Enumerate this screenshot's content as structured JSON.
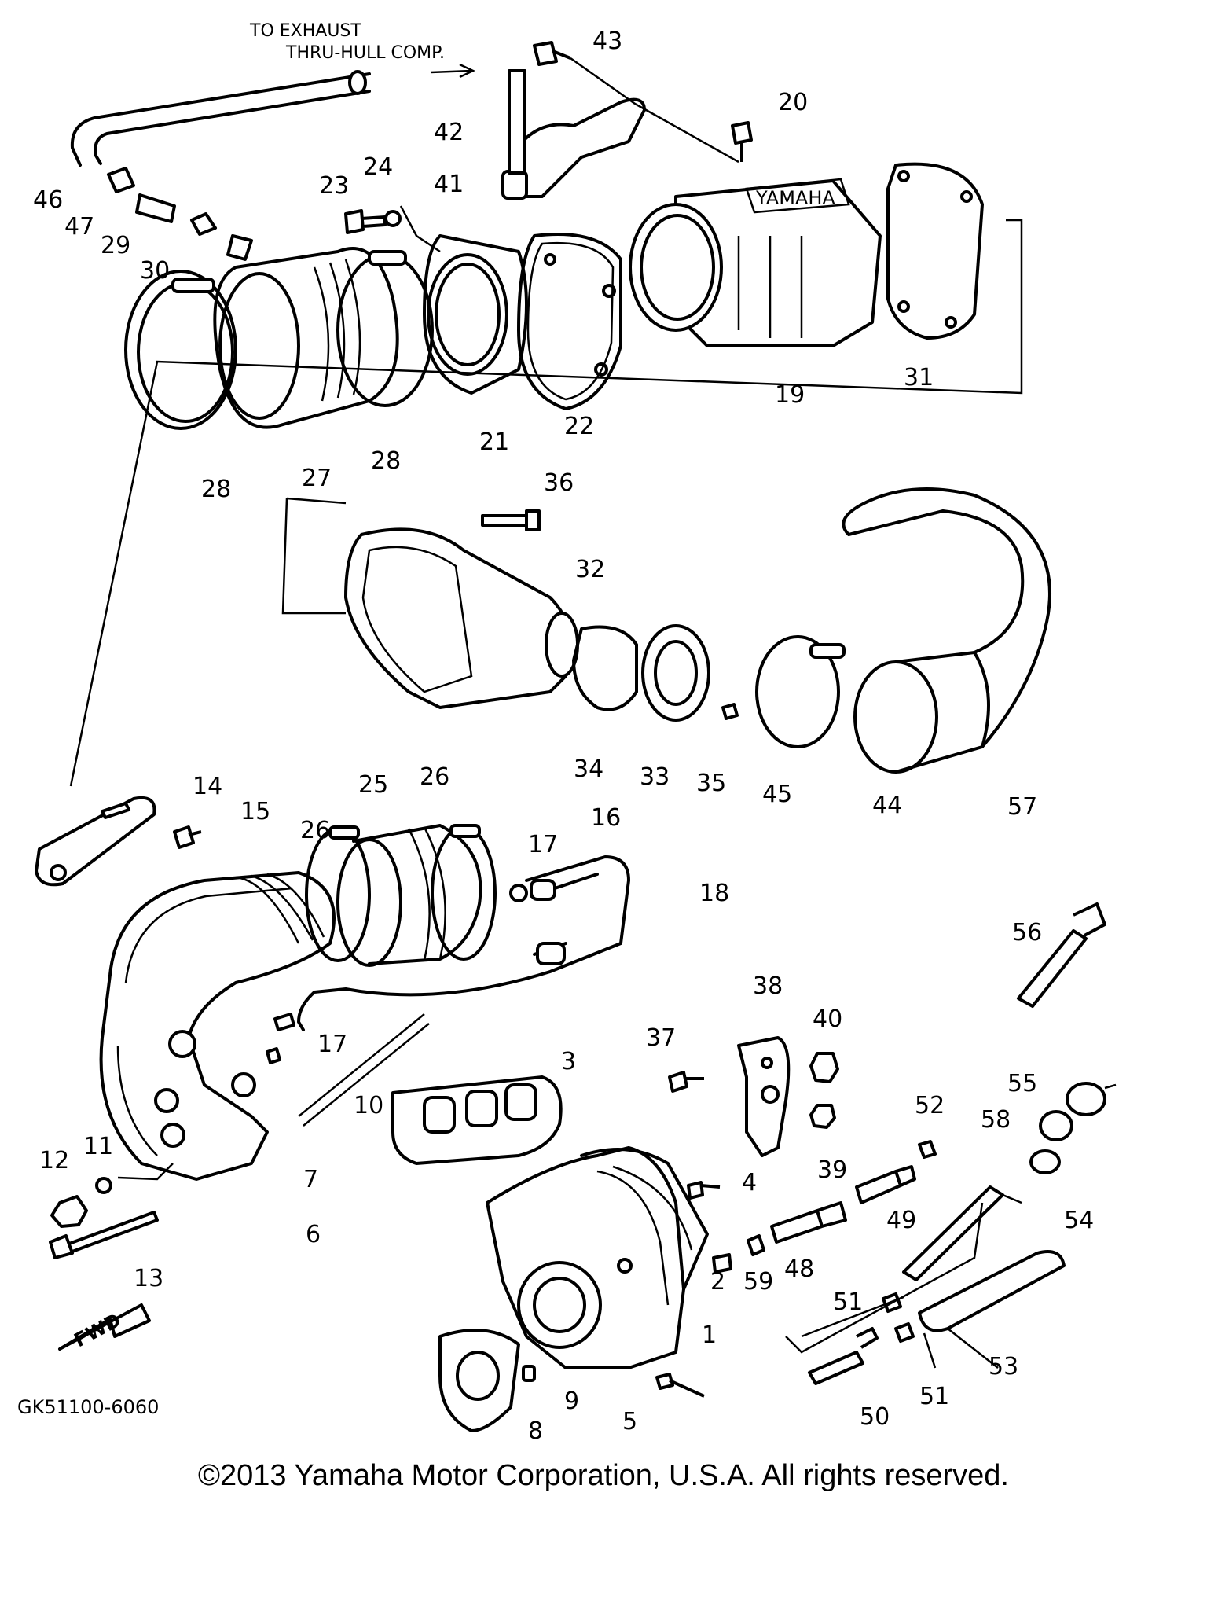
{
  "header_note": {
    "line1": "TO EXHAUST",
    "line2": "THRU-HULL COMP."
  },
  "diagram_code": "GK51100-6060",
  "fwd_label": "FWD",
  "callouts": [
    "1",
    "2",
    "3",
    "4",
    "5",
    "6",
    "7",
    "8",
    "9",
    "10",
    "11",
    "12",
    "13",
    "14",
    "15",
    "16",
    "17",
    "17",
    "18",
    "19",
    "20",
    "21",
    "22",
    "23",
    "24",
    "25",
    "26",
    "26",
    "27",
    "28",
    "28",
    "29",
    "30",
    "31",
    "32",
    "33",
    "34",
    "35",
    "36",
    "37",
    "38",
    "39",
    "40",
    "41",
    "42",
    "43",
    "44",
    "45",
    "46",
    "47",
    "48",
    "49",
    "50",
    "51",
    "51",
    "52",
    "53",
    "54",
    "55",
    "56",
    "57",
    "58",
    "59"
  ],
  "copyright": "©2013 Yamaha Motor Corporation, U.S.A. All rights reserved.",
  "colors": {
    "ink": "#000000",
    "paper": "#ffffff"
  }
}
